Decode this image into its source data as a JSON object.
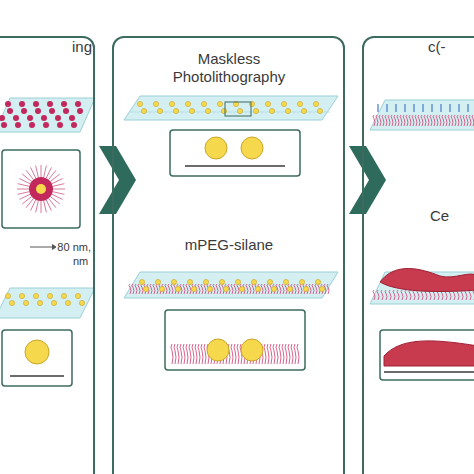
{
  "diagram": {
    "nodes": [
      {
        "text": [
          "ing"
        ]
      },
      {
        "text": [
          "Maskless Photolithography",
          "mPEG-silane"
        ]
      },
      {
        "text": [
          "c(-",
          "Ce"
        ]
      }
    ],
    "edges": [
      {
        "from": 0,
        "to": 1,
        "arrow": "to"
      },
      {
        "from": 1,
        "to": 2,
        "arrow": "to"
      }
    ],
    "labels": [
      "80 nm,",
      "nm"
    ]
  }
}
